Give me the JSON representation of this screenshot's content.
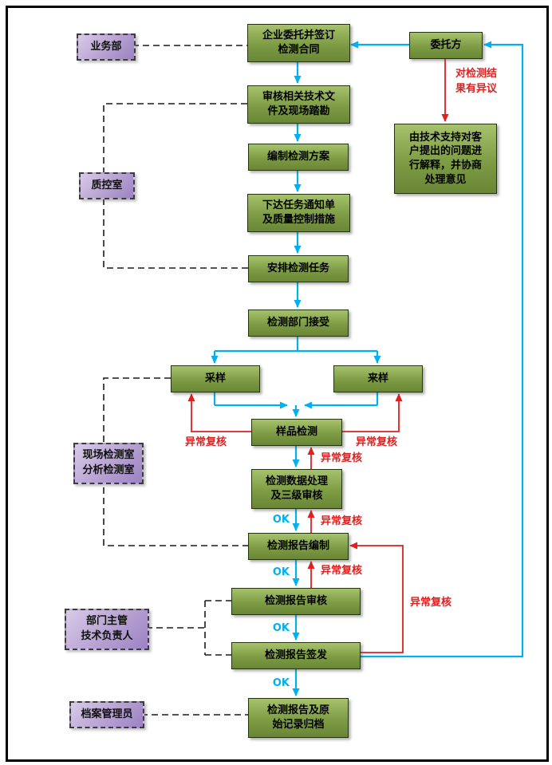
{
  "colors": {
    "process_green_top": "#a6c26c",
    "process_green_bottom": "#698636",
    "department_purple_top": "#d8cbe8",
    "department_purple_bottom": "#9c82c2",
    "flow_arrow_cyan": "#00b0f0",
    "feedback_arrow_red": "#e21f1f",
    "connector_black": "#1a1a1a"
  },
  "steps": {
    "contract": {
      "line1": "企业委托并签订",
      "line2": "检测合同"
    },
    "review_docs": {
      "line1": "审核相关技术文",
      "line2": "件及现场踏勘"
    },
    "plan": {
      "line1": "编制检测方案"
    },
    "task_notice": {
      "line1": "下达任务通知单",
      "line2": "及质量控制措施"
    },
    "arrange": {
      "line1": "安排检测任务"
    },
    "accept": {
      "line1": "检测部门接受"
    },
    "sampling": {
      "line1": "采样"
    },
    "incoming_sample": {
      "line1": "来样"
    },
    "sample_test": {
      "line1": "样品检测"
    },
    "data_process": {
      "line1": "检测数据处理",
      "line2": "及三级审核"
    },
    "report_prep": {
      "line1": "检测报告编制"
    },
    "report_review": {
      "line1": "检测报告审核"
    },
    "report_issue": {
      "line1": "检测报告签发"
    },
    "archive": {
      "line1": "检测报告及原",
      "line2": "始记录归档"
    },
    "client": {
      "line1": "委托方"
    },
    "explain": {
      "line1": "由技术支持对客",
      "line2": "户提出的问题进",
      "line3": "行解释，并协商",
      "line4": "处理意见"
    }
  },
  "departments": {
    "business": {
      "line1": "业务部"
    },
    "qc": {
      "line1": "质控室"
    },
    "field_lab": {
      "line1": "现场检测室",
      "line2": "分析检测室"
    },
    "manager": {
      "line1": "部门主管",
      "line2": "技术负责人"
    },
    "archivist": {
      "line1": "档案管理员"
    }
  },
  "labels": {
    "objection": {
      "line1": "对检测结",
      "line2": "果有异议"
    },
    "recheck": "异常复核",
    "ok": "OK"
  }
}
